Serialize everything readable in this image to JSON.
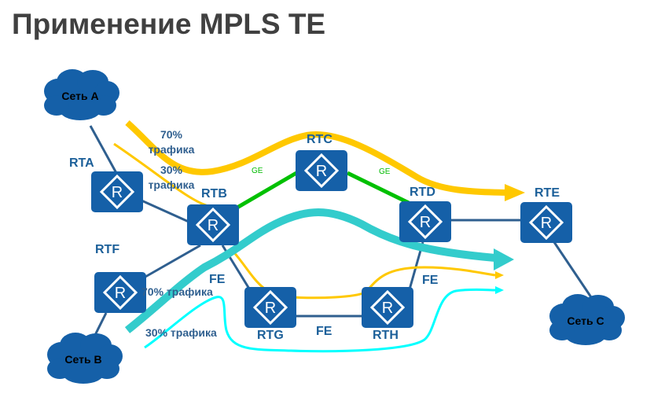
{
  "title": "Применение MPLS TE",
  "networks": {
    "a": "Сеть A",
    "b": "Сеть B",
    "c": "Сеть C"
  },
  "routers": {
    "rta": "RTA",
    "rtb": "RTB",
    "rtc": "RTC",
    "rtd": "RTD",
    "rte": "RTE",
    "rtf": "RTF",
    "rtg": "RTG",
    "rth": "RTH",
    "glyph": "R",
    "icon": "router-icon"
  },
  "links": {
    "ge_left": "GE",
    "ge_right": "GE",
    "fe_left": "FE",
    "fe_middle": "FE",
    "fe_right": "FE"
  },
  "traffic": {
    "a_70_pct": "70%",
    "a_70_word": "трафика",
    "a_30_pct": "30%",
    "a_30_word": "трафика",
    "b_70": "70% трафика",
    "b_30": "30% трафика"
  },
  "colors": {
    "router": "#1560a8",
    "link": "#2f5f8f",
    "ge_link": "#00c000",
    "flow_yellow": "#ffc800",
    "flow_teal": "#33cccc",
    "flow_cyan": "#00ffff",
    "cloud": "#1560a8",
    "title": "#404040"
  }
}
